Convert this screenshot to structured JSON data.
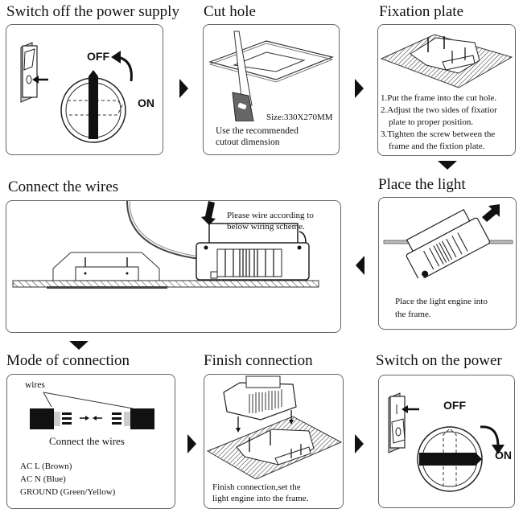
{
  "steps": [
    {
      "title": "Switch off the power supply",
      "off_label": "OFF",
      "on_label": "ON"
    },
    {
      "title": "Cut hole",
      "size_label": "Size:330X270MM",
      "desc_line1": "Use the recommended",
      "desc_line2": "cutout dimension"
    },
    {
      "title": "Fixation plate",
      "lines": [
        "1.Put the frame into the cut hole.",
        "2.Adjust the two sides of fixatior",
        "plate to proper position.",
        "3.Tighten the screw between the",
        "frame and the fixtion plate."
      ]
    },
    {
      "title": "Place the light",
      "desc_line1": "Place the light engine into",
      "desc_line2": "the frame."
    },
    {
      "title": "Connect the wires",
      "desc_line1": "Please wire according to",
      "desc_line2": "below wiring scheme."
    },
    {
      "title": "Mode of connection",
      "wires_label": "wires",
      "caption": "Connect the wires",
      "legend": [
        "AC L (Brown)",
        "AC N (Blue)",
        "GROUND (Green/Yellow)"
      ]
    },
    {
      "title": "Finish connection",
      "desc_line1": "Finish connection,set the",
      "desc_line2": "light engine into the frame."
    },
    {
      "title": "Switch on the power",
      "off_label": "OFF",
      "on_label": "ON"
    }
  ]
}
